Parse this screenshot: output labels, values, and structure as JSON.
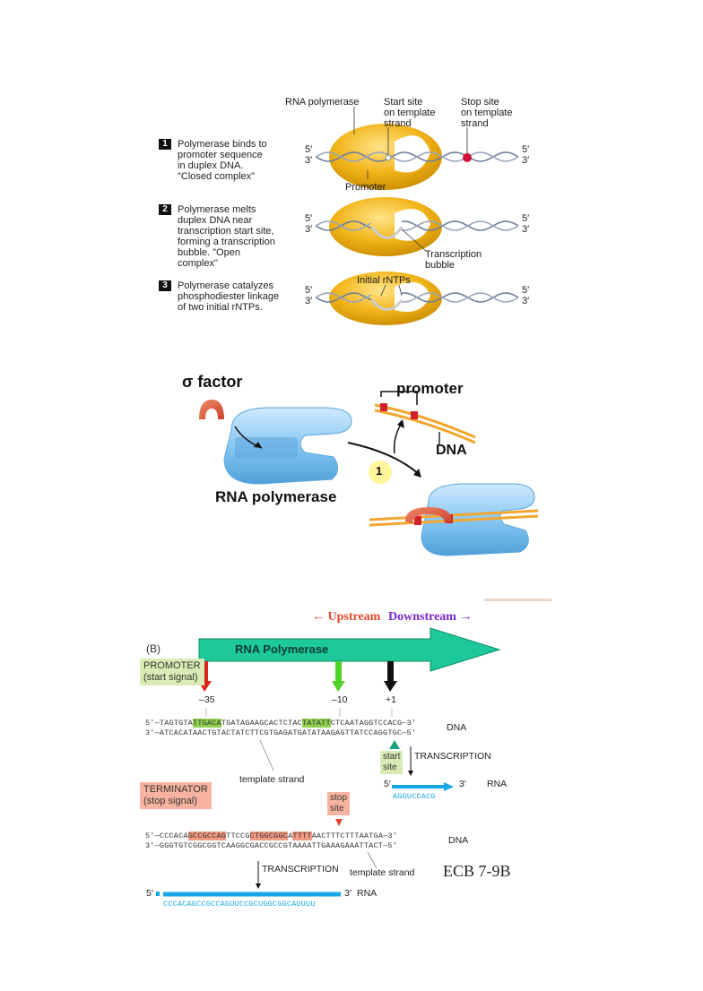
{
  "panel1": {
    "labels": {
      "rna_polymerase": "RNA polymerase",
      "start_site": "Start site\non template\nstrand",
      "stop_site": "Stop site\non template\nstrand",
      "promoter": "Promoter",
      "transcription_bubble": "Transcription\nbubble",
      "initial_rntps": "Initial rNTPs"
    },
    "steps": [
      {
        "number": "1",
        "text": "Polymerase binds to\npromoter sequence\nin duplex DNA.\n\"Closed complex\""
      },
      {
        "number": "2",
        "text": "Polymerase melts\nduplex DNA near\ntranscription start site,\nforming a transcription\nbubble.  \"Open\ncomplex\""
      },
      {
        "number": "3",
        "text": "Polymerase catalyzes\nphosphodiester linkage\nof two initial rNTPs."
      }
    ],
    "ends": {
      "five": "5′",
      "three": "3′"
    }
  },
  "panel2": {
    "sigma_factor": "σ factor",
    "promoter": "promoter",
    "dna": "DNA",
    "rna_polymerase": "RNA polymerase",
    "step": "1"
  },
  "panel3": {
    "upstream": "← Upstream",
    "downstream": "Downstream →",
    "panel_label": "(B)",
    "arrow_label": "RNA Polymerase",
    "promoter_box": "PROMOTER\n(start signal)",
    "positions": {
      "m35": "–35",
      "m10": "–10",
      "p1": "+1"
    },
    "top_strand_1": "5′—TAGTGTATTGACATGATAGAAGCACTCTACTATATTCTCAATAGGTCCACG—3′",
    "bottom_strand_1": "3′—ATCACATAACTGTACTATCTTCGTGAGATGATATAAGAGTTATCCAGGTGC—5′",
    "dna_label": "DNA",
    "template_strand": "template strand",
    "start_site": "start\nsite",
    "transcription": "TRANSCRIPTION",
    "rna_label": "RNA",
    "rna_seq_1": "AGGUCCACG",
    "terminator_box": "TERMINATOR\n(stop signal)",
    "stop_site": "stop\nsite",
    "top_strand_2": "5′—CCCACAGCCGCCAGTTCCGCTGGCGGCATTTTAACTTTCTTTAATGA—3′",
    "bottom_strand_2": "3′—GGGTGTCGGCGGTCAAGGCGACCGCCGTAAAATTGAAAGAAATTACT—5′",
    "rna_seq_2": "CCCACAGCCGCCAGUUCCGCUGGCGGCAUUUU",
    "ecb": "ECB 7-9B",
    "five": "5′",
    "three": "3′"
  }
}
